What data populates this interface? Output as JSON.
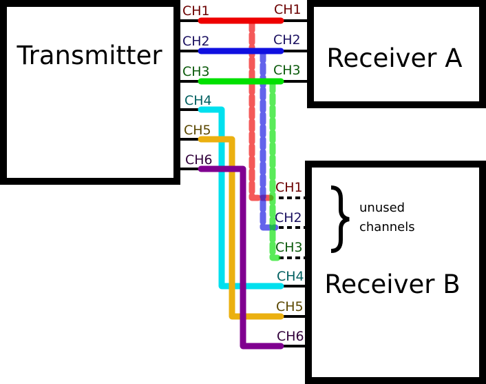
{
  "transmitter": {
    "title": "Transmitter",
    "channels": [
      "CH1",
      "CH2",
      "CH3",
      "CH4",
      "CH5",
      "CH6"
    ]
  },
  "receiver_a": {
    "title": "Receiver A",
    "channels": [
      "CH1",
      "CH2",
      "CH3"
    ]
  },
  "receiver_b": {
    "title": "Receiver B",
    "channels": [
      "CH1",
      "CH2",
      "CH3",
      "CH4",
      "CH5",
      "CH6"
    ]
  },
  "annotation": {
    "line1": "unused",
    "line2": "channels"
  },
  "colors": {
    "ch1": "#ee0000",
    "ch2": "#1010e0",
    "ch3": "#00e000",
    "ch4": "#00e0ee",
    "ch5": "#ebb010",
    "ch6": "#800090"
  }
}
